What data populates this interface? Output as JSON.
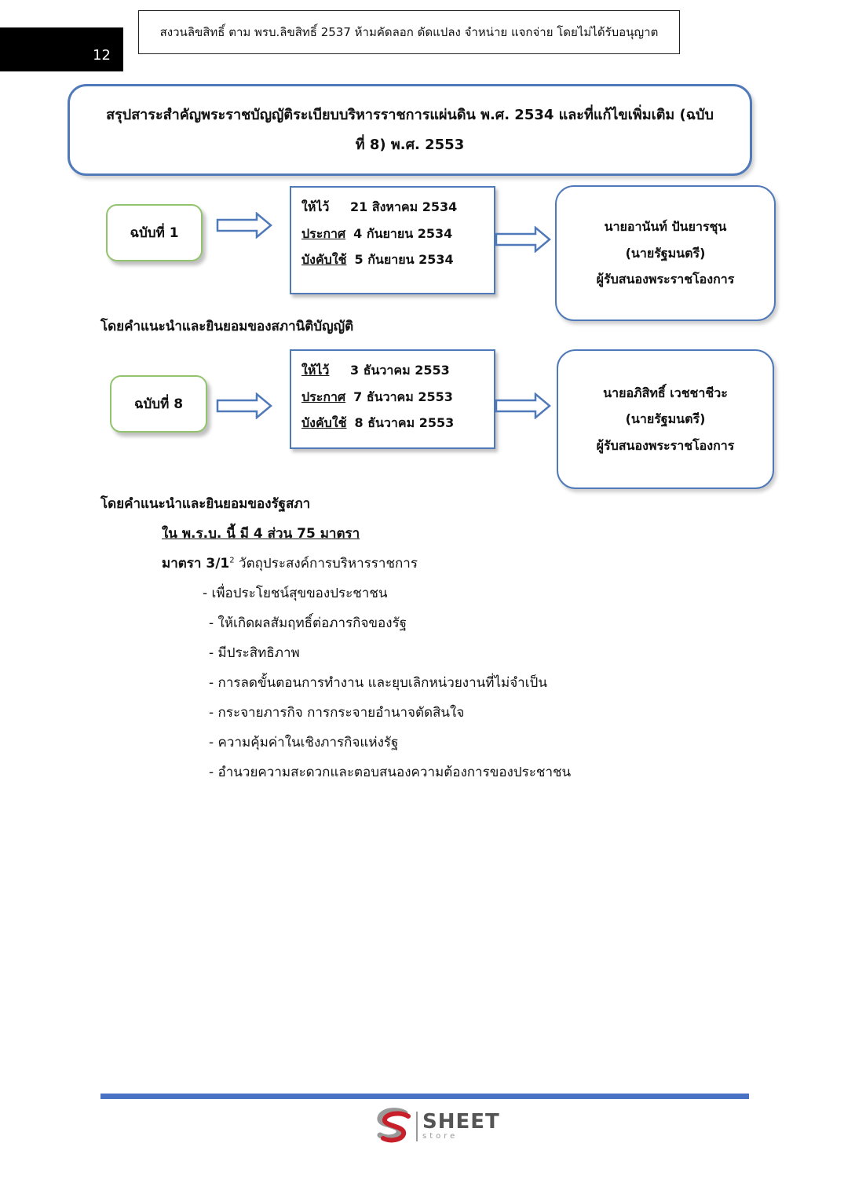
{
  "header": {
    "page_number": "12",
    "copyright": "สงวนลิขสิทธิ์ ตาม พรบ.ลิขสิทธิ์ 2537 ห้ามคัดลอก ดัดแปลง จำหน่าย แจกจ่าย โดยไม่ได้รับอนุญาต"
  },
  "title": {
    "line1": "สรุปสาระสำคัญพระราชบัญญัติระเบียบบริหารราชการแผ่นดิน พ.ศ. 2534 และที่แก้ไขเพิ่มเติม (ฉบับ",
    "line2": "ที่ 8) พ.ศ. 2553"
  },
  "editions": [
    {
      "label": "ฉบับที่ 1",
      "dates": [
        {
          "label": "ให้ไว้",
          "value": "21 สิงหาคม 2534"
        },
        {
          "label": "ประกาศ",
          "value": "4 กันยายน 2534"
        },
        {
          "label": "บังคับใช้",
          "value": "5 กันยายน 2534"
        }
      ],
      "pm": [
        "นายอานันท์ ปันยารชุน",
        "(นายรัฐมนตรี)",
        "ผู้รับสนองพระราชโองการ"
      ],
      "caption": "โดยคำแนะนำและยินยอมของสภานิติบัญญัติ"
    },
    {
      "label": "ฉบับที่ 8",
      "dates": [
        {
          "label": "ให้ไว้",
          "value": "3 ธันวาคม 2553"
        },
        {
          "label": "ประกาศ",
          "value": "7 ธันวาคม 2553"
        },
        {
          "label": "บังคับใช้",
          "value": "8 ธันวาคม 2553"
        }
      ],
      "pm": [
        "นายอภิสิทธิ์  เวชชาชีวะ",
        "(นายรัฐมนตรี)",
        "ผู้รับสนองพระราชโองการ"
      ],
      "caption": "โดยคำแนะนำและยินยอมของรัฐสภา"
    }
  ],
  "body": {
    "structure": "ใน พ.ร.บ. นี้ มี 4 ส่วน 75 มาตรา",
    "section_label": "มาตรา 3/1",
    "section_sup": "2",
    "section_text": " วัตถุประสงค์การบริหารราชการ",
    "bullets": [
      "- เพื่อประโยชน์สุขของประชาชน",
      "- ให้เกิดผลสัมฤทธิ์ต่อภารกิจของรัฐ",
      "- มีประสิทธิภาพ",
      "- การลดขั้นตอนการทำงาน และยุบเลิกหน่วยงานที่ไม่จำเป็น",
      "- กระจายภารกิจ การกระจายอำนาจตัดสินใจ",
      "- ความคุ้มค่าในเชิงภารกิจแห่งรัฐ",
      "- อำนวยความสะดวกและตอบสนองความต้องการของประชาชน"
    ]
  },
  "footer": {
    "logo_main": "SHEET",
    "logo_sub": "store",
    "line_color": "#4a72c4"
  },
  "colors": {
    "accent_blue": "#4f79b8",
    "edition_green": "#92c46d"
  }
}
